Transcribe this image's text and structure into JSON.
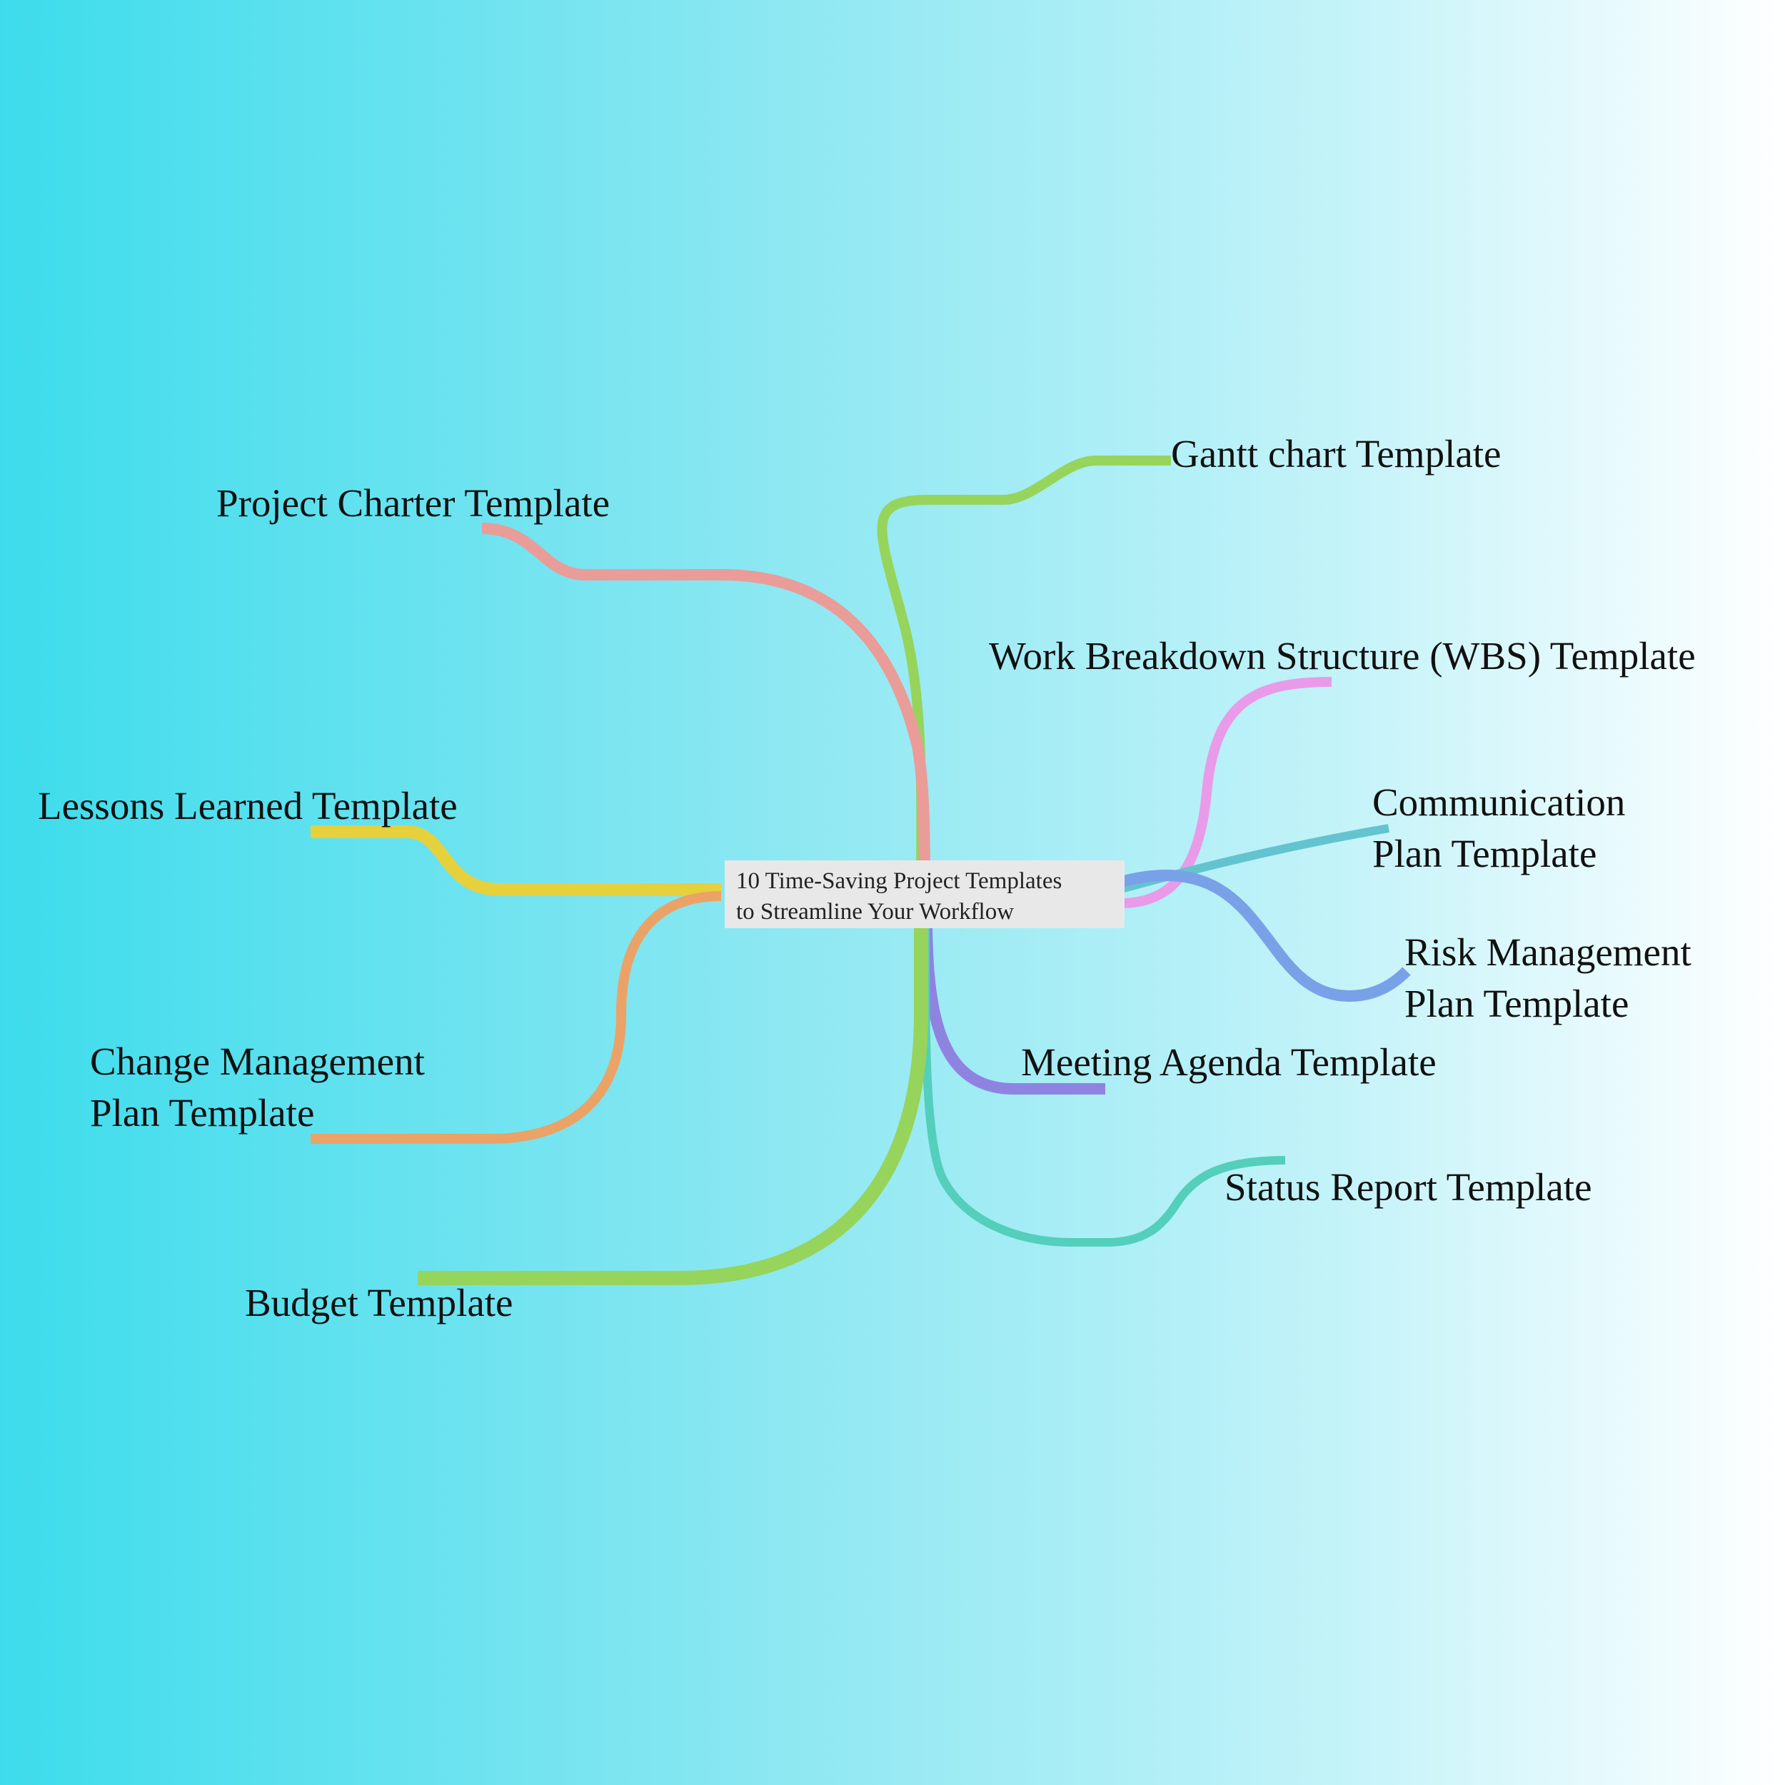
{
  "center": {
    "lines": [
      "10 Time-Saving Project Templates",
      "to Streamline Your Workflow"
    ]
  },
  "branches": [
    {
      "id": "gantt",
      "lines": [
        "Gantt chart Template"
      ],
      "color": "#96d45b"
    },
    {
      "id": "project-charter",
      "lines": [
        "Project Charter Template"
      ],
      "color": "#ea9c99"
    },
    {
      "id": "wbs",
      "lines": [
        "Work Breakdown Structure (WBS) Template"
      ],
      "color": "#e99be9"
    },
    {
      "id": "lessons-learned",
      "lines": [
        "Lessons Learned Template"
      ],
      "color": "#e6d03c"
    },
    {
      "id": "communication",
      "lines": [
        "Communication",
        "Plan Template"
      ],
      "color": "#63c4cf"
    },
    {
      "id": "risk-management",
      "lines": [
        "Risk Management",
        "Plan Template"
      ],
      "color": "#79a1e8"
    },
    {
      "id": "change-management",
      "lines": [
        "Change Management",
        "Plan Template"
      ],
      "color": "#eba267"
    },
    {
      "id": "meeting-agenda",
      "lines": [
        "Meeting Agenda Template"
      ],
      "color": "#8f83e1"
    },
    {
      "id": "status-report",
      "lines": [
        "Status Report Template"
      ],
      "color": "#53cfbb"
    },
    {
      "id": "budget",
      "lines": [
        "Budget Template"
      ],
      "color": "#96d45b"
    }
  ]
}
